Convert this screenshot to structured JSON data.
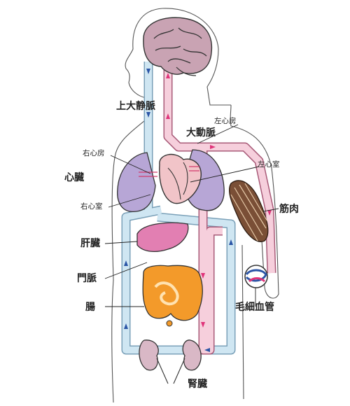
{
  "labels": {
    "superior_vena_cava": "上大静脈",
    "aorta": "大動脈",
    "left_atrium": "左心房",
    "right_atrium": "右心房",
    "left_ventricle": "左心室",
    "heart": "心臓",
    "right_ventricle": "右心室",
    "muscle": "筋肉",
    "liver": "肝臓",
    "portal_vein": "門脈",
    "capillary": "毛細血管",
    "intestine": "腸",
    "kidney": "腎臓"
  },
  "colors": {
    "vein_fill": "#cfe6f2",
    "vein_arrow": "#2b55a6",
    "artery_fill": "#f6cfdc",
    "artery_arrow": "#e0347a",
    "brain": "#c9a3b3",
    "lung": "#b7a6d6",
    "liver": "#e27fb2",
    "intestine": "#f39a2a",
    "kidney": "#d9b8c6",
    "muscle": "#7a4f36"
  }
}
